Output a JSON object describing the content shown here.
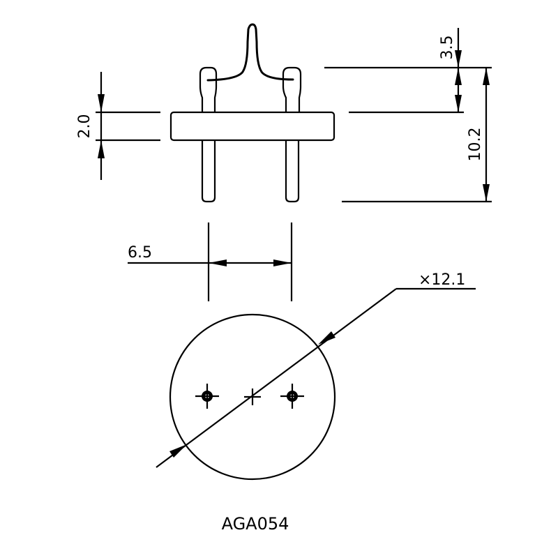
{
  "drawing": {
    "part_number": "AGA054",
    "dimensions": {
      "body_thickness": "2.0",
      "wire_above_pin": "3.5",
      "overall_height": "10.2",
      "pin_spacing": "6.5",
      "diameter": "×12.1"
    }
  }
}
